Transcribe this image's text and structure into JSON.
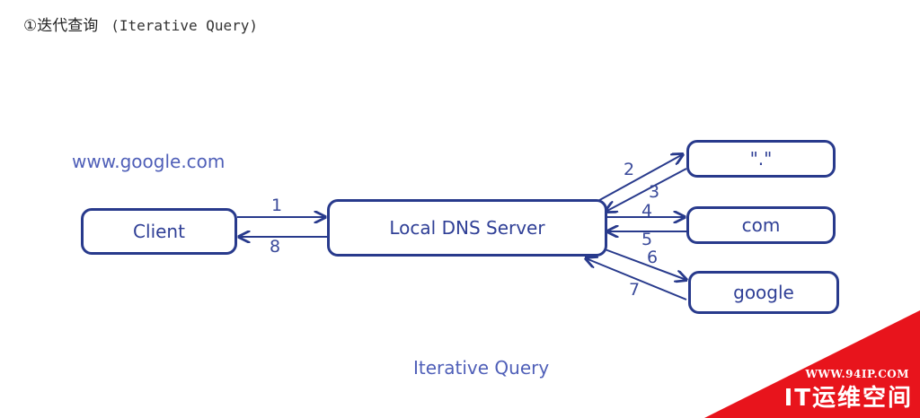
{
  "heading": {
    "title_cn": "①迭代查询",
    "title_en": "(Iterative Query)"
  },
  "diagram": {
    "query_domain": "www.google.com",
    "caption": "Iterative Query",
    "nodes": {
      "client": "Client",
      "local_dns": "Local DNS Server",
      "root": "\".\"",
      "com": "com",
      "google": "google"
    },
    "steps": [
      "1",
      "2",
      "3",
      "4",
      "5",
      "6",
      "7",
      "8"
    ]
  },
  "watermark": {
    "site": "WWW.94IP.COM",
    "brand": "IT运维空间"
  },
  "colors": {
    "line": "#283a8c",
    "text": "#2f3f96",
    "watermark": "#e8141c"
  }
}
